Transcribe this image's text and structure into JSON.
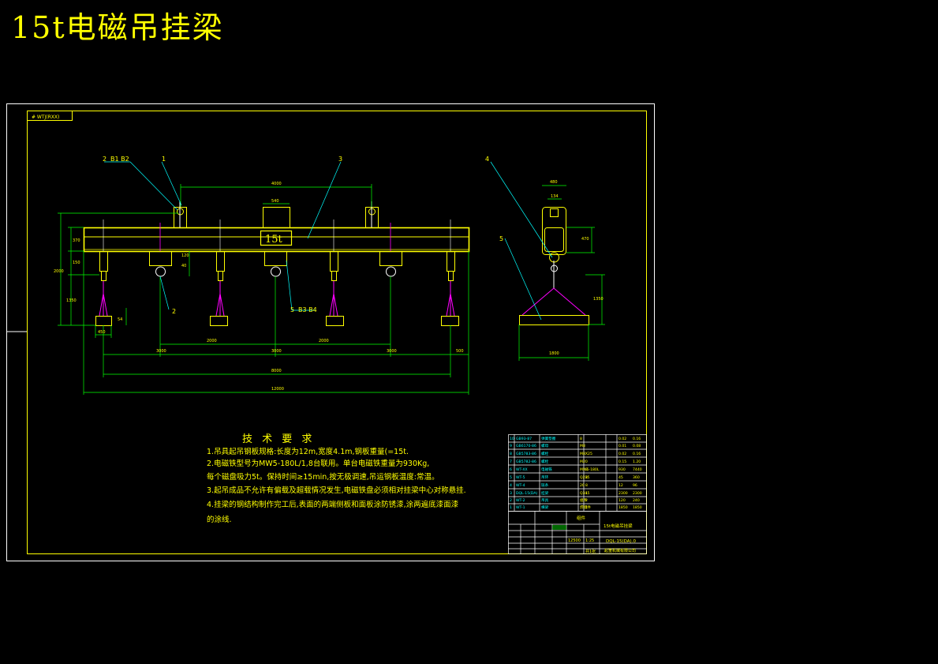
{
  "title": "15t电磁吊挂梁",
  "corner_tag": "# WTJ(RXX)",
  "callouts": {
    "c1": "1",
    "c2": "2",
    "c2b": "2",
    "c3": "3",
    "c4": "4",
    "c5": "5",
    "c5b": "5",
    "sec_a": "B1 B2",
    "sec_b": "B3 B4",
    "load_tag": "15t"
  },
  "dimensions": {
    "d_top": "4000",
    "d_block": "540",
    "d_h1": "370",
    "d_h2": "150",
    "d_h_total": "2000",
    "d_h_lower": "1350",
    "d_left_h": "54",
    "d_mag": "450",
    "d_s1": "3000",
    "d_s2": "2000",
    "d_s3": "3000",
    "d_s4": "2000",
    "d_s5": "3000",
    "d_s6": "500",
    "d_span": "8000",
    "d_total": "12000",
    "d_mid1": "120",
    "d_mid2": "40",
    "side_top1": "480",
    "side_top2": "134",
    "side_h": "470",
    "side_h2": "1350",
    "side_w": "1800"
  },
  "tech_title": "技 术 要 求",
  "tech_lines": [
    "1.吊具起吊钢板规格:长度为12m,宽度4.1m,钢板重量(=15t.",
    "2.电磁铁型号为MW5-180L/1,8台联用。单台电磁铁重量为930Kg,",
    "  每个磁盘吸力5t。保持时间≥15min,按无极调速,吊运钢板温度:常温。",
    "3.起吊成品不允许有偏载及超载情况发生,电磁铁盘必须相对挂梁中心对称悬挂.",
    "4.挂梁的钢结构制作完工后,表面的两端侧板和面板涂防锈漆,涂两遍底漆面漆",
    "  的涂线."
  ],
  "parts_table": [
    [
      "10",
      "GB93-87",
      "弹簧垫圈",
      "8",
      "",
      "",
      "0.02",
      "0.16"
    ],
    [
      "9",
      "GB6170-86",
      "螺母",
      "M8",
      "",
      "",
      "0.01",
      "0.08"
    ],
    [
      "8",
      "GB5783-86",
      "螺栓",
      "M8X25",
      "",
      "",
      "0.02",
      "0.16"
    ],
    [
      "7",
      "GB5782-86",
      "螺栓",
      "M20",
      "",
      "",
      "0.15",
      "1.20"
    ],
    [
      "6",
      "WT-XX",
      "电磁铁",
      "MW5-180L",
      "8",
      "",
      "930",
      "7440"
    ],
    [
      "5",
      "WT-5",
      "吊环",
      "Q235",
      "8",
      "",
      "45",
      "360"
    ],
    [
      "4",
      "WT-4",
      "链条",
      "20",
      "8",
      "",
      "12",
      "96"
    ],
    [
      "3",
      "DQL-15(DA)",
      "挂梁",
      "Q345",
      "1",
      "",
      "2300",
      "2300"
    ],
    [
      "2",
      "WT-2",
      "吊具",
      "组件",
      "2",
      "",
      "120",
      "240"
    ],
    [
      "1",
      "WT-1",
      "横梁",
      "焊接件",
      "1",
      "",
      "1850",
      "1850"
    ]
  ],
  "title_block": {
    "name": "15t电磁吊挂梁",
    "drawing_no": "DQL-15(DA).0",
    "material": "组件",
    "scale": "1:25",
    "sheet": "共1张",
    "weight": "12500",
    "company": "起重机械有限公司"
  }
}
